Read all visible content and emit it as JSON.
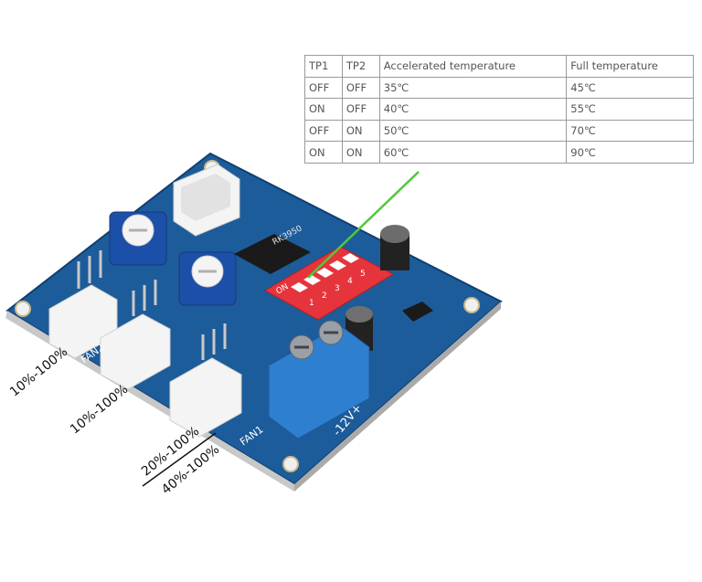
{
  "table": {
    "headers": [
      "TP1",
      "TP2",
      "Accelerated temperature",
      "Full temperature"
    ],
    "rows": [
      [
        "OFF",
        "OFF",
        "35℃",
        "45℃"
      ],
      [
        "ON",
        "OFF",
        "40℃",
        "55℃"
      ],
      [
        "OFF",
        "ON",
        "50℃",
        "70℃"
      ],
      [
        "ON",
        "ON",
        "60℃",
        "90℃"
      ]
    ]
  },
  "labels": {
    "range1": "10%-100%",
    "range2": "10%-100%",
    "range3a": "20%-100%",
    "range3b": "40%-100%"
  },
  "board": {
    "chip_text": "RK3950",
    "terminal_text": "-12V+",
    "fan1_text": "FAN1",
    "fan2_text": "FAN2",
    "dip_on_text": "ON",
    "dip_numbers": [
      "1",
      "2",
      "3",
      "4",
      "5"
    ]
  },
  "colors": {
    "pcb": "#1f5f9e",
    "terminal": "#2f7fd0",
    "dip_switch": "#e8323a",
    "pointer_line": "#4fc83a",
    "connector": "#f2f2f2"
  }
}
